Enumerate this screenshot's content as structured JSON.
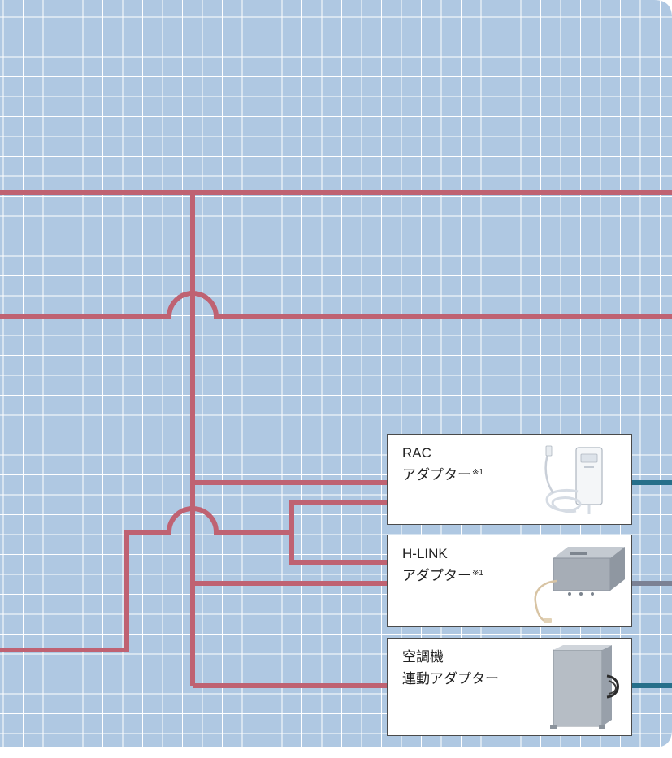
{
  "colors": {
    "background": "#afc8e2",
    "grid": "#ffffff",
    "main_line": "#bf6272",
    "link_teal": "#266f8a",
    "link_gray": "#7b8194",
    "card_border": "#4a4a4a"
  },
  "adapters": [
    {
      "id": "rac",
      "line1": "RAC",
      "line2": "アダプター",
      "note": "※1",
      "connection": "teal"
    },
    {
      "id": "hlink",
      "line1": "H-LINK",
      "line2": "アダプター",
      "note": "※1",
      "connection": "gray"
    },
    {
      "id": "aircon",
      "line1": "空調機",
      "line2": "連動アダプター",
      "note": "",
      "connection": "teal"
    }
  ]
}
